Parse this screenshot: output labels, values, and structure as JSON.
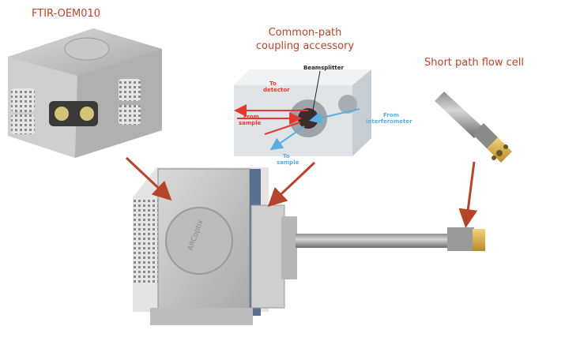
{
  "labels": {
    "ftir": "FTIR-OEM010",
    "common_path_line1": "Common-path",
    "common_path_line2": "coupling accessory",
    "short_path": "Short path flow cell"
  },
  "accessory": {
    "to_detector_1": "To",
    "to_detector_2": "detector",
    "beamsplitter": "Beamsplitter",
    "from_sample_1": "From",
    "from_sample_2": "sample",
    "from_interferometer_1": "From",
    "from_interferometer_2": "interferometer",
    "to_sample_1": "To",
    "to_sample_2": "sample"
  },
  "device_logo": "ARCoptix",
  "colors": {
    "label": "#b5452a",
    "arrow": "#b5452a",
    "beam_red": "#e23b2e",
    "beam_blue": "#5aaee0"
  }
}
